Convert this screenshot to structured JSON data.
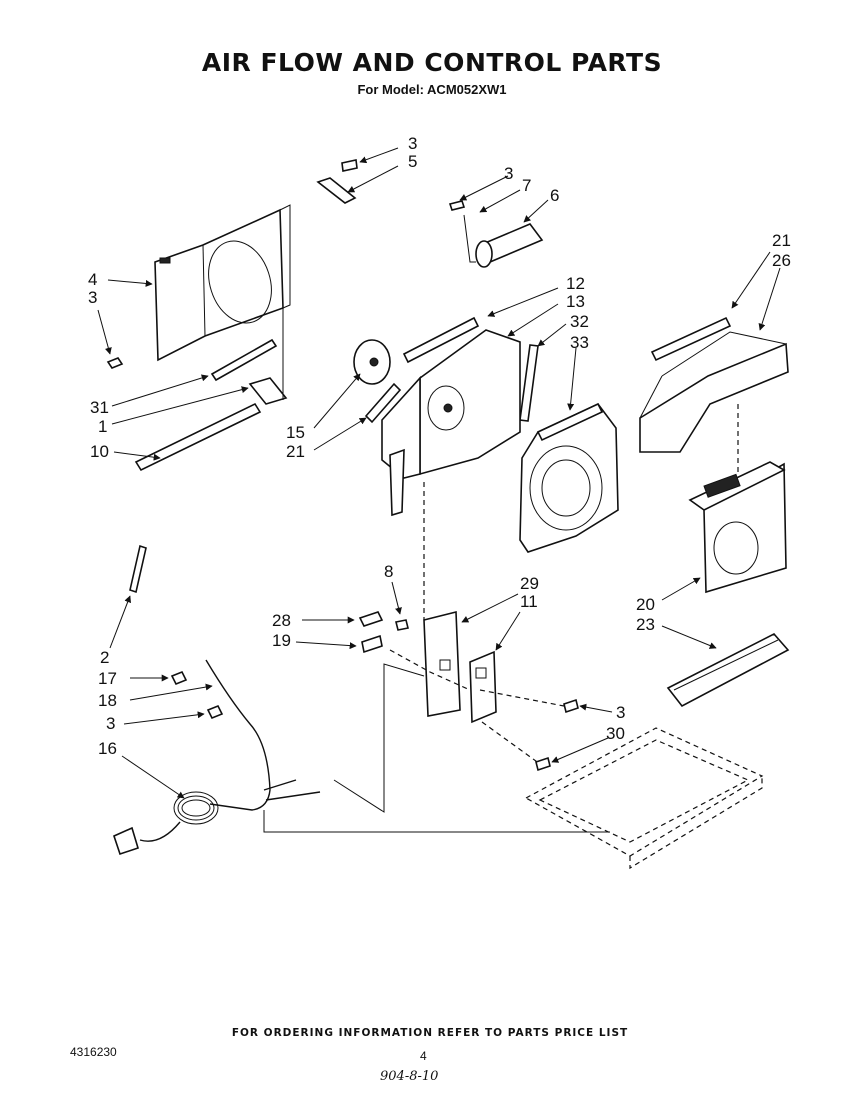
{
  "header": {
    "title": "AIR FLOW AND CONTROL PARTS",
    "subtitle": "For Model: ACM052XW1"
  },
  "callouts": [
    "3",
    "5",
    "3",
    "7",
    "6",
    "4",
    "3",
    "21",
    "26",
    "12",
    "13",
    "32",
    "33",
    "31",
    "1",
    "15",
    "21",
    "10",
    "8",
    "29",
    "11",
    "28",
    "19",
    "2",
    "17",
    "18",
    "3",
    "16",
    "3",
    "30",
    "20",
    "23"
  ],
  "footer": {
    "ordering_note": "FOR ORDERING INFORMATION REFER TO PARTS PRICE LIST",
    "document_number": "4316230",
    "page_number": "4",
    "handwritten_note": "904-8-10"
  }
}
